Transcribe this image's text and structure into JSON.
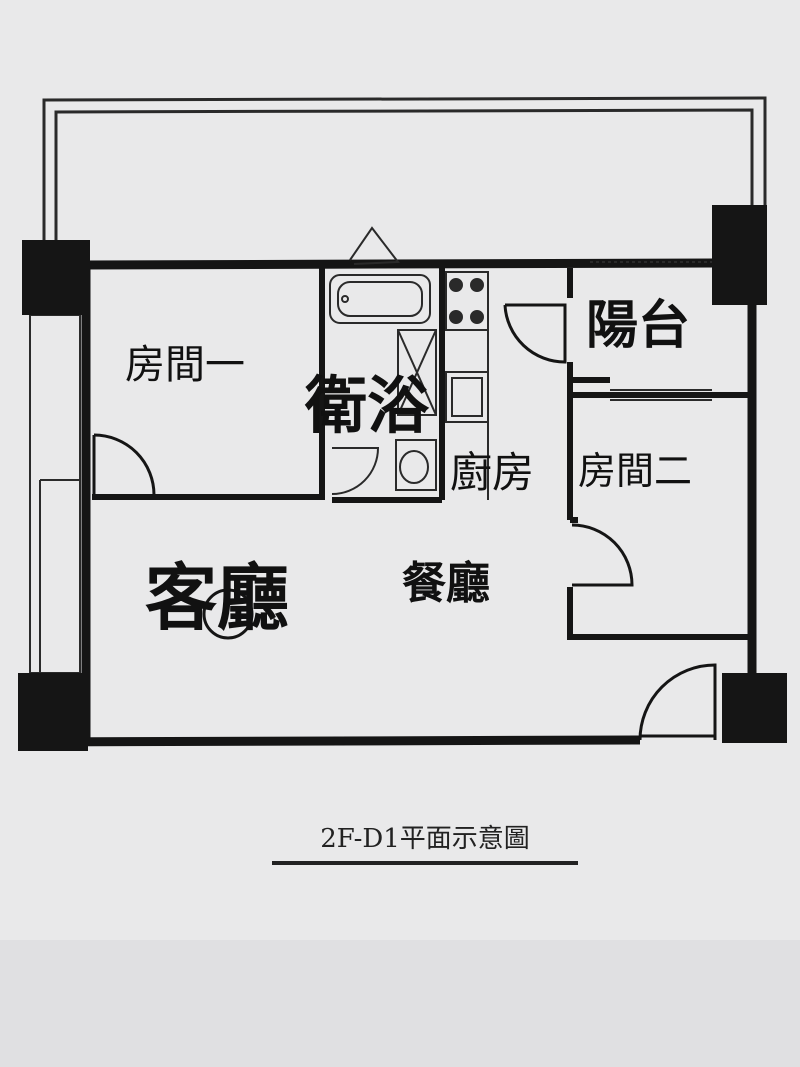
{
  "plan": {
    "caption": "2F-D1平面示意圖",
    "rooms": {
      "room1": "房間一",
      "bathroom": "衛浴",
      "balcony": "陽台",
      "kitchen": "廚房",
      "room2": "房間二",
      "living": "客廳",
      "dining": "餐廳"
    }
  },
  "colors": {
    "wall": "#151515",
    "paper": "#e9e9ea",
    "line": "#2a2a2a"
  }
}
